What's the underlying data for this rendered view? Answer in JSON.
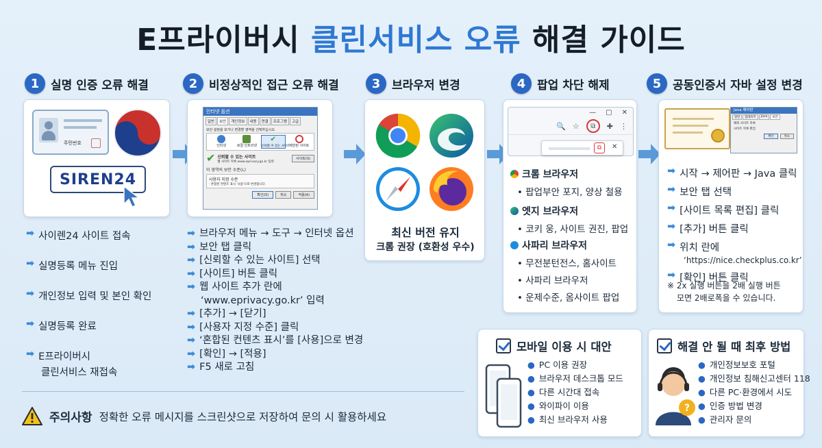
{
  "title": {
    "part1": "E프라이버시 ",
    "part2": "클린서비스 오류",
    "part3": " 해결 가이드"
  },
  "steps": [
    {
      "num": "1",
      "title": "실명 인증 오류 해결"
    },
    {
      "num": "2",
      "title": "비정상적인 접근 오류 해결"
    },
    {
      "num": "3",
      "title": "브라우저 변경"
    },
    {
      "num": "4",
      "title": "팝업 차단 해제"
    },
    {
      "num": "5",
      "title": "공동인증서 자바 설정 변경"
    }
  ],
  "panel1": {
    "siren_label": "SIREN24",
    "card_text": "주민번호"
  },
  "panel2": {
    "dialog_title": "인터넷 옵션",
    "tabs": [
      "일반",
      "보안",
      "개인정보",
      "내용",
      "연결",
      "프로그램",
      "고급"
    ],
    "zone_heading": "보안 설정을 보거나 변경할 영역을 선택하십시오.",
    "zones": [
      "인터넷",
      "로컬 인트라넷",
      "신뢰할 수 있는 사이트",
      "제한된 사이트"
    ],
    "trusted_text": "신뢰할 수 있는 사이트",
    "trusted_desc": "웹 사이트 목록 www.eprivacy.go.kr 입력",
    "sites_button": "사이트(S)",
    "level_label": "이 영역의 보안 수준(L)",
    "custom_label": "사용자 지정 수준",
    "custom_desc": "- 혼합된 컨텐츠 표시 '사용'으로 변경합니다.",
    "ok": "확인(O)",
    "cancel": "취소",
    "apply": "적용(A)"
  },
  "panel3": {
    "caption1": "최신 버전 유지",
    "caption2": "크롬 권장 (호환성 우수)"
  },
  "panel5": {
    "java_title": "Java 제어판",
    "java_tabs": [
      "일반",
      "업데이트",
      "Java",
      "보안"
    ],
    "java_opt1": "예외 사이트 목록",
    "java_opt2": "사이트 목록 편집",
    "java_ok": "확인",
    "java_cancel": "취소"
  },
  "list1": [
    "사이렌24 사이트 접속",
    "실명등록 메뉴 진입",
    "개인정보 입력 및 본인 확인",
    "실명등록 완료",
    "E프라이버시",
    "클린서비스 재접속"
  ],
  "list2": [
    "브라우저 메뉴 → 도구 → 인터넷 옵션",
    "보안 탭 클릭",
    "[신뢰할 수 있는 사이트] 선택",
    "[사이트] 버튼 클릭",
    "웹 사이트 추가 란에",
    "‘www.eprivacy.go.kr’ 입력",
    "[추가] → [닫기]",
    "[사용자 지정 수준] 클릭",
    "‘혼합된 컨텐츠 표시’를 [사용]으로 변경",
    "[확인] → [적용]",
    "F5 새로 고침"
  ],
  "browsers": [
    {
      "name": "크롬 브라우저",
      "desc": "팝업부안 포지, 양상 철용"
    },
    {
      "name": "엣지 브라우저",
      "desc": "코키 웅, 사이트 권진, 팝업"
    },
    {
      "name": "사파리 브라우저",
      "desc": "무전분턴전스, 홈사이트"
    },
    {
      "name": "",
      "desc": "사파리 브라우저"
    },
    {
      "name": "",
      "desc": "운제수준, 옴사이트 팝업"
    }
  ],
  "list5": [
    "시작 → 제어판 → Java 클릭",
    "보안 탭 선택",
    "[사이트 목록 편집] 클릭",
    "[추가] 버튼 클릭",
    "위치 란에",
    "‘https://nice.checkplus.co.kr’ 입력",
    "[확인] 버튼 클릭"
  ],
  "note5_line1": "※ 2x 실행 버튼을 2배 실행 버튼",
  "note5_line2": "모면 2배로폭을 수 있습니다.",
  "warning": {
    "label": "주의사항",
    "text": "정확한 오류 메시지를 스크린샷으로 저장하여 문의 시 활용하세요"
  },
  "mobile": {
    "title": "모바일 이용 시 대안",
    "items": [
      "PC 이용 권장",
      "브라우저 데스크톱 모드",
      "다른 시간대 접속",
      "와이파이 이용",
      "최신 브라우저 사용"
    ]
  },
  "final": {
    "title": "해결 안 될 때 최후 방법",
    "items": [
      "개인정보보호 포털",
      "개인정보 침해신고센터 118",
      "다른 PC·환경에서 시도",
      "인증 방법 변경",
      "관리자 문의"
    ]
  },
  "colors": {
    "accent": "#2b67c4",
    "title_blue": "#2f78d2",
    "arrow": "#5b9ad8",
    "warning": "#f2c21b"
  }
}
